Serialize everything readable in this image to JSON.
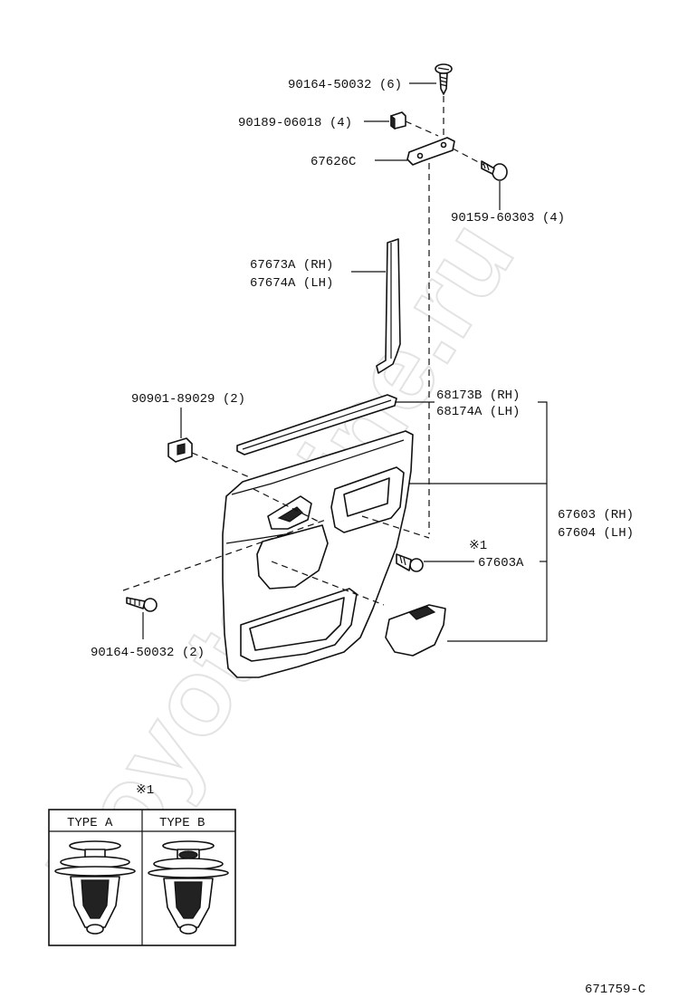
{
  "watermark": "Toyota-Mine.ru",
  "callouts": {
    "screw_top": "90164-50032 (6)",
    "nut": "90189-06018 (4)",
    "bracket": "67626C",
    "bolt": "90159-60303 (4)",
    "garnish_rh": "67673A (RH)",
    "garnish_lh": "67674A (LH)",
    "clip_left": "90901-89029 (2)",
    "weatherstrip_rh": "68173B (RH)",
    "weatherstrip_lh": "68174A (LH)",
    "panel_rh": "67603 (RH)",
    "panel_lh": "67604 (LH)",
    "clip_mark": "※1",
    "clip_part": "67603A",
    "screw_bottom": "90164-50032 (2)"
  },
  "clip_table": {
    "mark": "※1",
    "type_a": "TYPE A",
    "type_b": "TYPE B"
  },
  "diagram_code": "671759-C"
}
